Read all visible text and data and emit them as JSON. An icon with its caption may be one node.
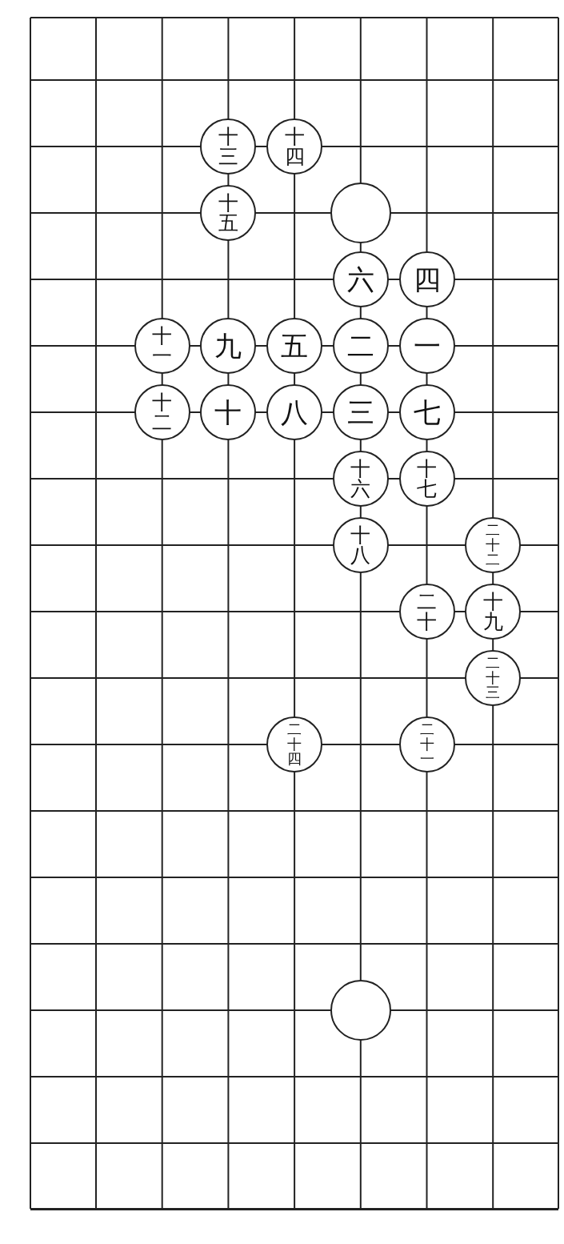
{
  "diagram": {
    "nodes": [
      {
        "text": [
          "十三"
        ]
      },
      {
        "text": [
          "十四"
        ]
      },
      {
        "text": [
          "十五"
        ]
      },
      {
        "text": [],
        "shape": "circle"
      },
      {
        "text": [
          "六"
        ]
      },
      {
        "text": [
          "四"
        ]
      },
      {
        "text": [
          "十一"
        ]
      },
      {
        "text": [
          "九"
        ]
      },
      {
        "text": [
          "五"
        ]
      },
      {
        "text": [
          "二"
        ]
      },
      {
        "text": [
          "一"
        ]
      },
      {
        "text": [
          "十二"
        ]
      },
      {
        "text": [
          "十"
        ]
      },
      {
        "text": [
          "八"
        ]
      },
      {
        "text": [
          "三"
        ]
      },
      {
        "text": [
          "七"
        ]
      },
      {
        "text": [
          "十六"
        ]
      },
      {
        "text": [
          "十七"
        ]
      },
      {
        "text": [
          "十八"
        ]
      },
      {
        "text": [
          "二十二"
        ]
      },
      {
        "text": [
          "二十"
        ]
      },
      {
        "text": [
          "十九"
        ]
      },
      {
        "text": [
          "二十三"
        ]
      },
      {
        "text": [
          "二十四"
        ]
      },
      {
        "text": [
          "二十一"
        ]
      },
      {
        "text": [],
        "shape": "circle"
      }
    ]
  }
}
